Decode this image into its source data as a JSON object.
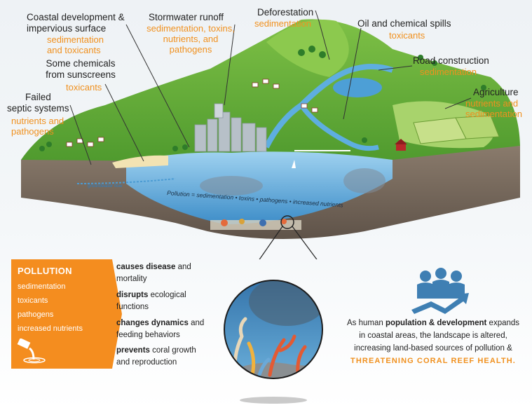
{
  "labels": {
    "coastal": {
      "title": [
        "Coastal development &",
        "impervious surface"
      ],
      "sub": [
        "sedimentation",
        "and toxicants"
      ]
    },
    "stormwater": {
      "title": "Stormwater runoff",
      "sub": [
        "sedimentation, toxins,",
        "nutrients, and",
        "pathogens"
      ]
    },
    "deforestation": {
      "title": "Deforestation",
      "sub": "sedimentation"
    },
    "oil": {
      "title": "Oil and chemical spills",
      "sub": "toxicants"
    },
    "road": {
      "title": "Road construction",
      "sub": "sedimentation"
    },
    "agriculture": {
      "title": "Agriculture",
      "sub": [
        "nutrients and",
        "sedimentation"
      ]
    },
    "sunscreen": {
      "title": [
        "Some chemicals",
        "from sunscreens"
      ],
      "sub": "toxicants"
    },
    "septic": {
      "title": [
        "Failed",
        "septic systems"
      ],
      "sub": [
        "nutrients and",
        "pathogens"
      ]
    }
  },
  "diagram": {
    "pollution_equation": "Pollution = sedimentation • toxins • pathogens • increased nutrients",
    "groundwater_label": "groundwater flow"
  },
  "pollution_box": {
    "title": "POLLUTION",
    "items": [
      "sedimentation",
      "toxicants",
      "pathogens",
      "increased nutrients"
    ]
  },
  "effects": [
    {
      "bold": "causes disease",
      "rest": "and",
      "line2": "mortality"
    },
    {
      "bold": "disrupts",
      "rest": "ecological",
      "line2": "functions"
    },
    {
      "bold": "changes dynamics",
      "rest": "and",
      "line2": "feeding behaviors"
    },
    {
      "bold": "prevents",
      "rest": "coral growth",
      "line2": "and reproduction"
    }
  ],
  "summary": {
    "prefix": "As human",
    "bold": "population & development",
    "after_bold": "expands",
    "line2": "in coastal areas, the landscape is altered,",
    "line3": "increasing land-based sources of pollution &",
    "threat": "THREATENING CORAL REEF HEALTH."
  },
  "colors": {
    "accent": "#f48d1f",
    "icon_blue": "#3f7fb3",
    "land_green": "#5da536",
    "water_blue": "#6fb6e3",
    "soil": "#7d6d5e"
  }
}
